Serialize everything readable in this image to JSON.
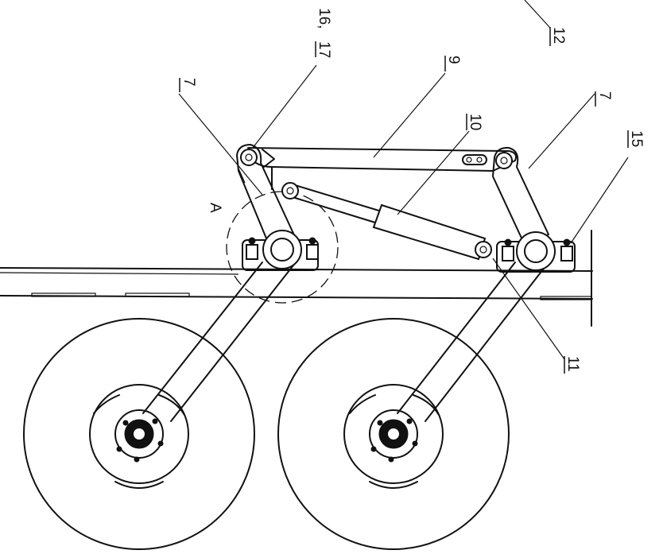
{
  "labels": {
    "part_12": "12",
    "part_16_17_a": "16,",
    "part_16_17_b": "17",
    "part_9": "9",
    "part_10": "10",
    "part_7_left": "7",
    "part_7_right": "7",
    "part_15": "15",
    "part_11": "11",
    "detail_a": "A"
  }
}
